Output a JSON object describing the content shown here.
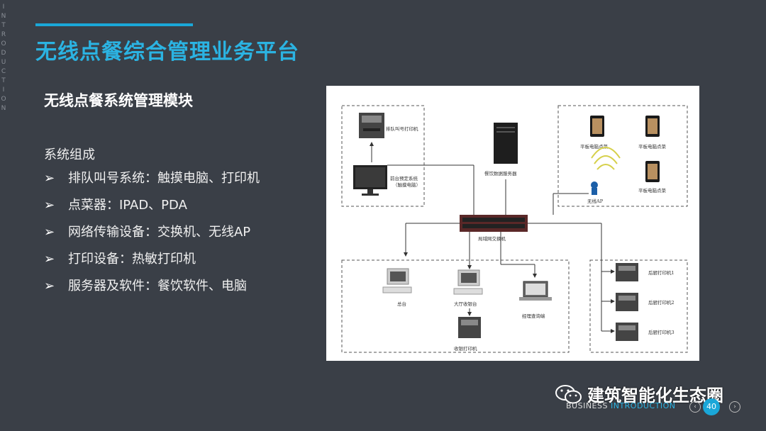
{
  "side_text": "INTRODUCTION",
  "title": "无线点餐综合管理业务平台",
  "subtitle": "无线点餐系统管理模块",
  "list_head": "系统组成",
  "bullet_marker": "➢",
  "items": [
    "排队叫号系统：触摸电脑、打印机",
    "点菜器：IPAD、PDA",
    "网络传输设备：交换机、无线AP",
    "打印设备：热敏打印机",
    "服务器及软件：餐饮软件、电脑"
  ],
  "diagram": {
    "queue_printer": "排队叫号打印机",
    "front_system_1": "前台预定系统",
    "front_system_2": "（触摸电脑）",
    "server": "餐饮数据服务器",
    "tablet_1": "平板电脑点菜",
    "tablet_2": "平板电脑点菜",
    "tablet_3": "平板电脑点菜",
    "wireless_ap": "无线AP",
    "switch": "局域网交换机",
    "front_desk": "总台",
    "hall_cashier": "大厅收银台",
    "manager_terminal": "经理查询端",
    "cashier_printer": "收银打印机",
    "kitchen_printer_1": "后厨打印机1",
    "kitchen_printer_2": "后厨打印机2",
    "kitchen_printer_3": "后厨打印机3"
  },
  "footer": {
    "business": "BUSINESS ",
    "introduction": "INTRODUCTION"
  },
  "watermark": "建筑智能化生态圈",
  "page_number": "40",
  "colors": {
    "background": "#3a3f47",
    "accent": "#1aa7d8",
    "title": "#2bb3e2"
  }
}
